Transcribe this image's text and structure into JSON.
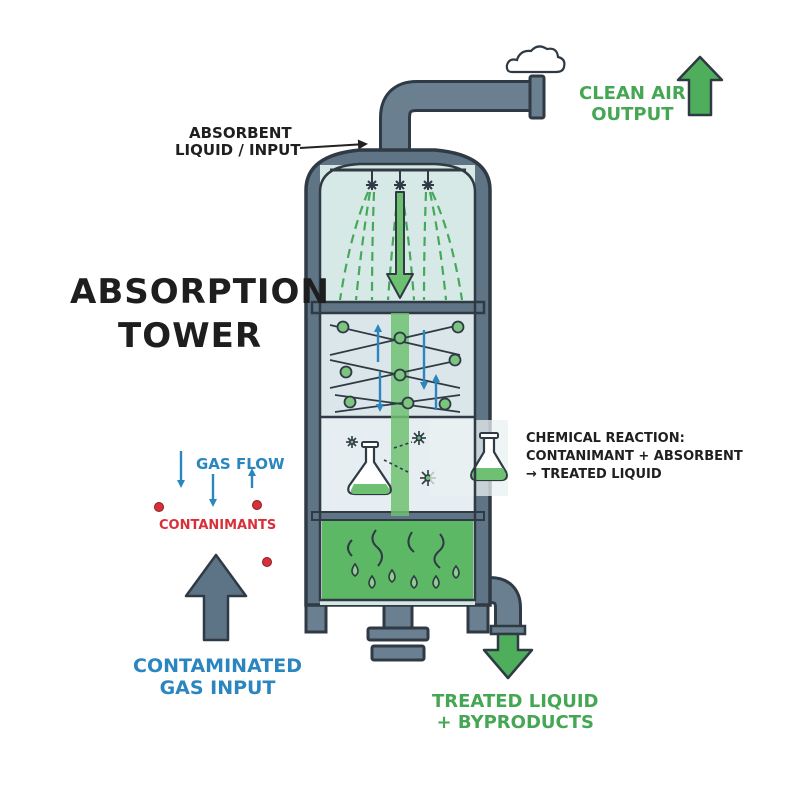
{
  "title": {
    "line1": "ABSORPTION",
    "line2": "TOWER"
  },
  "labels": {
    "absorbent_input": {
      "line1": "ABSORBENT",
      "line2": "LIQUID / INPUT"
    },
    "clean_air": {
      "line1": "CLEAN AIR",
      "line2": "OUTPUT"
    },
    "gas_flow": "GAS FLOW",
    "contaminants": "CONTANIMANTS",
    "contaminated_gas": {
      "line1": "CONTAMINATED",
      "line2": "GAS INPUT"
    },
    "chemical_reaction": {
      "line1": "CHEMICAL REACTION:",
      "line2": "CONTANIMANT + ABSORBENT",
      "line3": "→ TREATED LIQUID"
    },
    "treated_liquid": {
      "line1": "TREATED LIQUID",
      "line2": "+ BYPRODUCTS"
    }
  },
  "colors": {
    "outline": "#2f3a44",
    "tower_steel": "#5e7384",
    "tower_glass": "#cfe2e0",
    "spray_green": "#46a85a",
    "liquid_green": "#5cb864",
    "gas_blue": "#2b86bf",
    "contaminant_red": "#d8303a",
    "arrow_grey": "#5c7486",
    "label_green": "#45a653",
    "label_blue": "#2b86bf"
  },
  "icons": [
    "cloud-icon",
    "arrow-up-icon",
    "spray-nozzle-icon",
    "flask-icon",
    "arrow-down-icon"
  ]
}
